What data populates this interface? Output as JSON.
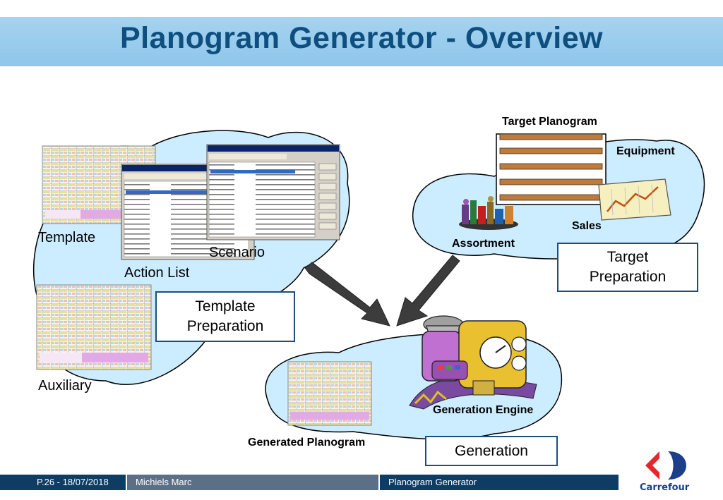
{
  "slide": {
    "title": "Planogram Generator - Overview"
  },
  "labels": {
    "template": "Template",
    "scenario": "Scenario",
    "action_list": "Action List",
    "auxiliary": "Auxiliary",
    "target_planogram": "Target Planogram",
    "equipment": "Equipment",
    "sales": "Sales",
    "assortment": "Assortment",
    "generation_engine": "Generation Engine",
    "generated_planogram": "Generated Planogram"
  },
  "boxes": {
    "template_preparation": "Template\nPreparation",
    "target_preparation": "Target\nPreparation",
    "generation": "Generation"
  },
  "windows": {
    "action_list_title": "Planogram Generator Designer",
    "scenario_title": "Planogram Generator Designer"
  },
  "footer": {
    "page": "P.26 - 18/07/2018",
    "author": "Michiels Marc",
    "topic": "Planogram Generator",
    "logo": "Carrefour"
  },
  "colors": {
    "title": "#0e4f80",
    "cloud": "#ccecff",
    "box_border": "#1b4f7a",
    "footer_dark": "#0f3c63",
    "footer_mid": "#5b6f86",
    "arrow": "#3c3c3c"
  }
}
